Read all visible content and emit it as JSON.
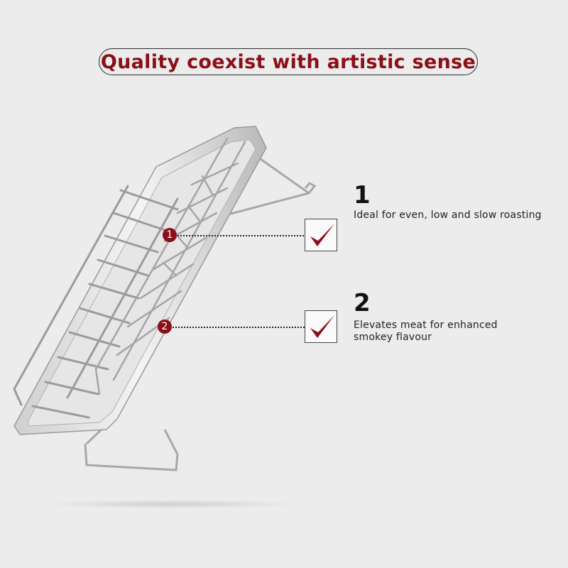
{
  "title": "Quality coexist with artistic sense",
  "features": [
    {
      "number": "1",
      "marker": "1",
      "text": "Ideal for even, low and slow roasting"
    },
    {
      "number": "2",
      "marker": "2",
      "text_line1": "Elevates meat for enhanced",
      "text_line2": "smokey flavour"
    }
  ],
  "colors": {
    "accent": "#8b0f19",
    "background": "#ececec"
  },
  "icons": [
    "check-mark-icon"
  ]
}
